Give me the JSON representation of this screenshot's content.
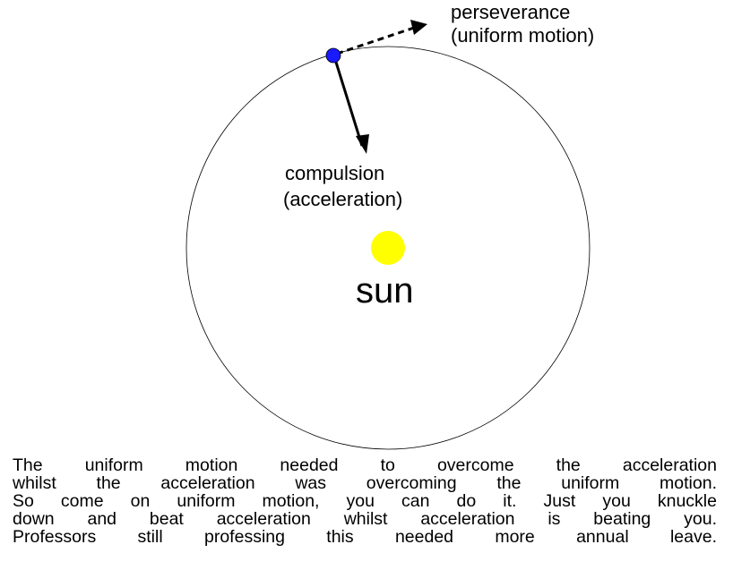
{
  "labels": {
    "perseverance_line1": "perseverance",
    "perseverance_line2": "(uniform motion)",
    "compulsion_line1": "compulsion",
    "compulsion_line2": "(acceleration)",
    "sun": "sun"
  },
  "caption": {
    "lines": [
      "The uniform motion needed to overcome the acceleration",
      "whilst the acceleration was overcoming the uniform motion.",
      "So come on uniform motion, you can do it.  Just you knuckle",
      "down and beat acceleration whilst acceleration is beating you.",
      "Professors still professing this needed more annual leave."
    ]
  },
  "colors": {
    "sun": "#ffff00",
    "planet": "#1a1aff",
    "orbit": "#000000",
    "text": "#000000"
  }
}
